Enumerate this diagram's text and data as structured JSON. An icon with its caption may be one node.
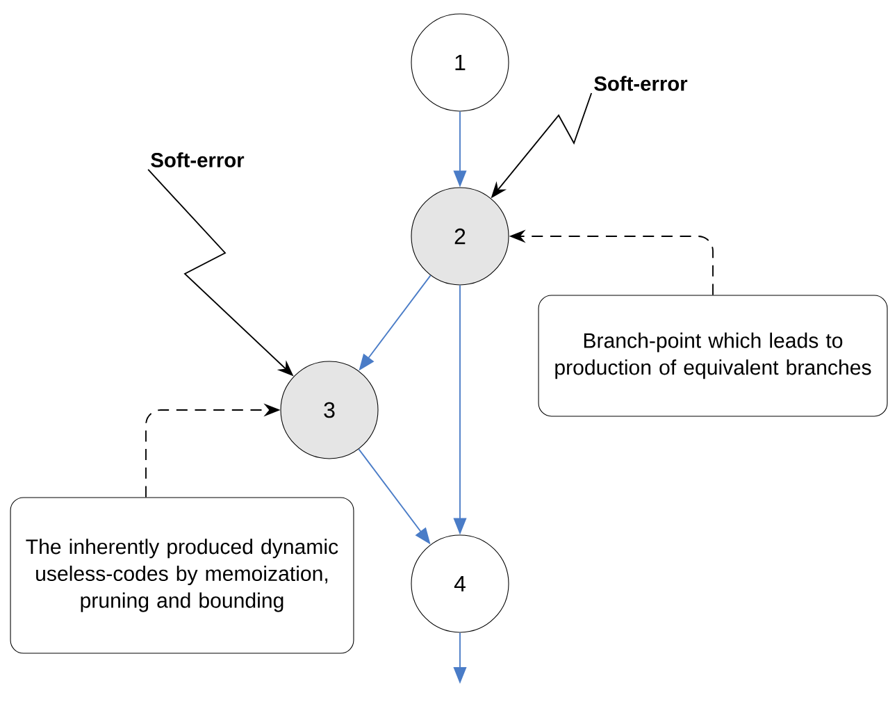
{
  "diagram": {
    "nodes": [
      {
        "text": [
          "1"
        ]
      },
      {
        "text": [
          "Soft-error"
        ]
      },
      {
        "text": [
          "Soft-error"
        ]
      },
      {
        "text": [
          "2"
        ]
      },
      {
        "text": [
          "Branch-point which leads to production of equivalent branches"
        ]
      },
      {
        "text": [
          "3"
        ]
      },
      {
        "text": [
          "The inherently produced dynamic useless-codes by memoization, pruning and bounding"
        ]
      },
      {
        "text": [
          "4"
        ]
      }
    ],
    "edges": [
      {
        "from": 0,
        "to": 3,
        "arrow": "to"
      },
      {
        "from": 1,
        "to": 3,
        "arrow": "to",
        "color": "#000000"
      },
      {
        "from": 2,
        "to": 5,
        "arrow": "to",
        "color": "#000000"
      },
      {
        "from": 4,
        "to": 3,
        "arrow": "to",
        "style": "dashed",
        "color": "#000000"
      },
      {
        "from": 3,
        "to": 5,
        "arrow": "to"
      },
      {
        "from": 3,
        "to": 7,
        "arrow": "to"
      },
      {
        "from": 6,
        "to": 5,
        "arrow": "to",
        "style": "dashed",
        "color": "#000000"
      },
      {
        "from": 5,
        "to": 7,
        "arrow": "to"
      },
      {
        "from": 7,
        "to": null,
        "arrow": "to"
      }
    ]
  }
}
